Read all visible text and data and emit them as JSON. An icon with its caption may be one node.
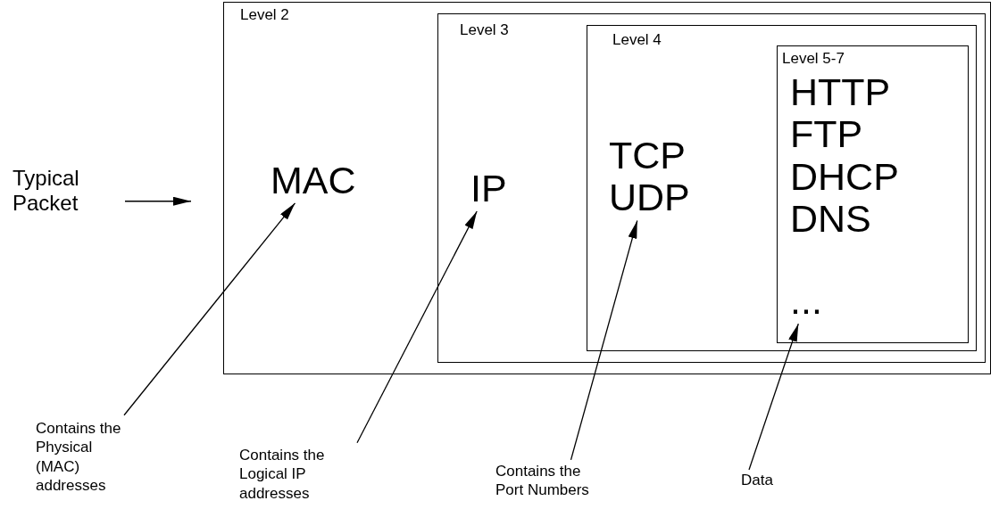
{
  "diagram": {
    "nodes": [
      {
        "text": [
          "Level 2"
        ]
      },
      {
        "text": [
          "MAC"
        ],
        "in": 0
      },
      {
        "text": [
          "Level 3"
        ],
        "in": 0
      },
      {
        "text": [
          "IP"
        ],
        "in": 2
      },
      {
        "text": [
          "Level 4"
        ],
        "in": 2
      },
      {
        "text": [
          "TCP UDP"
        ],
        "in": 4
      },
      {
        "text": [
          "Level 5-7"
        ],
        "in": 4
      },
      {
        "text": [
          "HTTP FTP DHCP DNS"
        ],
        "in": 6
      },
      {
        "text": [
          "..."
        ],
        "in": 6
      },
      {
        "text": [
          "Typical Packet"
        ]
      },
      {
        "text": [
          "Contains the Physical (MAC) addresses"
        ]
      },
      {
        "text": [
          "Contains the Logical IP addresses"
        ]
      },
      {
        "text": [
          "Contains the Port Numbers"
        ]
      },
      {
        "text": [
          "Data"
        ]
      }
    ],
    "edges": [
      {
        "from": 9,
        "to": 0,
        "arrow": "to"
      },
      {
        "from": 10,
        "to": 1,
        "arrow": "to"
      },
      {
        "from": 11,
        "to": 3,
        "arrow": "to"
      },
      {
        "from": 12,
        "to": 5,
        "arrow": "to"
      },
      {
        "from": 13,
        "to": 8,
        "arrow": "to"
      }
    ]
  }
}
